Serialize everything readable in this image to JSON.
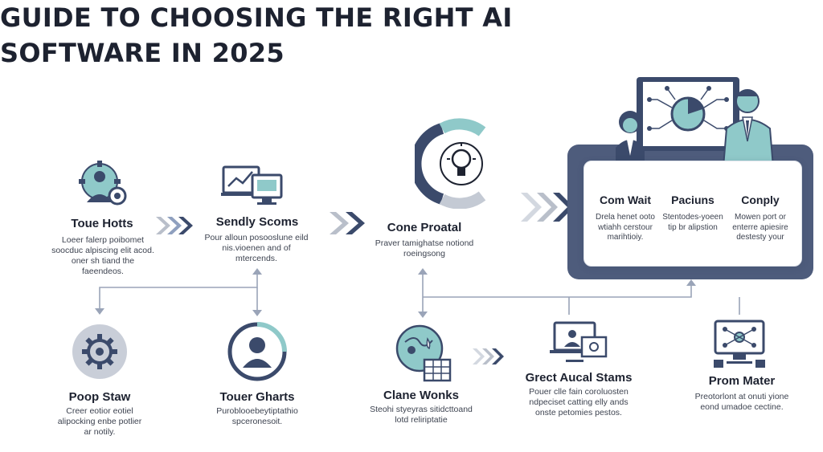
{
  "title": "GUIDE TO CHOOSING THE RIGHT AI SOFTWARE IN 2025",
  "nodes": {
    "toue_hotts": {
      "title": "Toue Hotts",
      "desc": "Loeer falerp poibomet soocduc alpiscing elit acod. oner sh tiand the faeendeos."
    },
    "sendly_scoms": {
      "title": "Sendly Scoms",
      "desc": "Pour alloun posooslune eild nis.vioenen and of mtercends."
    },
    "cone_proatal": {
      "title": "Cone Proatal",
      "desc": "Praver tamighatse notiond roeingsong"
    },
    "poop_staw": {
      "title": "Poop Staw",
      "desc": "Creer eotior eotiel alipocking enbe potlier ar notily."
    },
    "touer_gharts": {
      "title": "Touer Gharts",
      "desc": "Puroblooebeytiptathio spceronesoit."
    },
    "clane_wonks": {
      "title": "Clane Wonks",
      "desc": "Steohi styeyras sitidcttoand lotd reliriptatie"
    },
    "grect_aucal_stams": {
      "title": "Grect Aucal Stams",
      "desc": "Pouer clle fain coroluosten ndpeciset catting elly ands onste petomies pestos."
    },
    "prom_mater": {
      "title": "Prom Mater",
      "desc": "Preotorlont at onuti yione eond umadoe cectine."
    }
  },
  "card": {
    "columns": [
      {
        "title": "Com Wait",
        "desc": "Drela henet ooto wtiahh cerstour marihtioiy."
      },
      {
        "title": "Paciuns",
        "desc": "Stentodes-yoeen tip br alipstion"
      },
      {
        "title": "Conply",
        "desc": "Mowen port or enterre apiesire destesty your"
      }
    ]
  },
  "colors": {
    "navy": "#3b4a6b",
    "teal": "#8fc9c9",
    "steel": "#5b6f93",
    "light_gray": "#b9bfca",
    "text": "#1d2230"
  }
}
